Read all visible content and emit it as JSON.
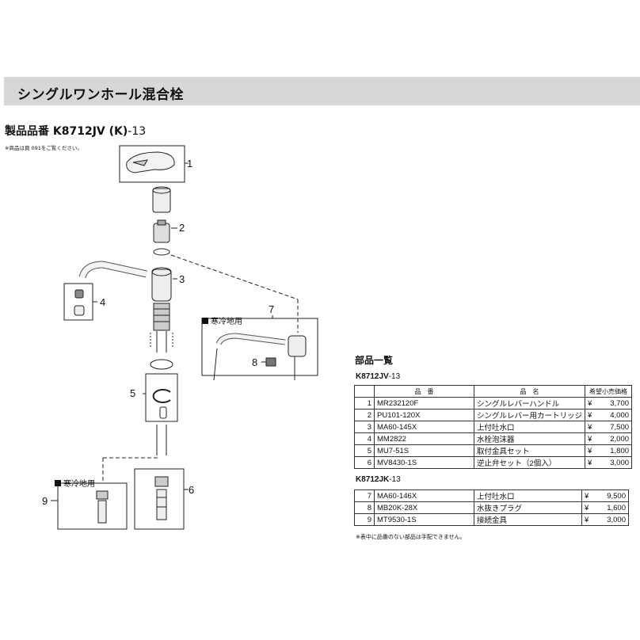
{
  "header": {
    "title": "シングルワンホール混合栓"
  },
  "product": {
    "label": "製品品番",
    "code": "K8712JV (K)",
    "suffix": "-13",
    "note": "※商品は頁 091をご覧ください。"
  },
  "diagram": {
    "part_numbers": [
      "1",
      "2",
      "3",
      "4",
      "5",
      "6",
      "7",
      "8",
      "9"
    ],
    "cold_region_label": "寒冷地用"
  },
  "parts_list": {
    "title": "部品一覧",
    "columns": {
      "code": "品　番",
      "name": "品　名",
      "price": "希望小売価格"
    },
    "currency": "¥",
    "sections": [
      {
        "label": "K8712JV",
        "suffix": "-13",
        "rows": [
          {
            "no": "1",
            "code": "MR232120F",
            "name": "シングルレバーハンドル",
            "price": "3,700"
          },
          {
            "no": "2",
            "code": "PU101-120X",
            "name": "シングルレバー用カートリッジ",
            "price": "4,000"
          },
          {
            "no": "3",
            "code": "MA60-145X",
            "name": "上付吐水口",
            "price": "7,500"
          },
          {
            "no": "4",
            "code": "MM2822",
            "name": "水栓泡沫器",
            "price": "2,000"
          },
          {
            "no": "5",
            "code": "MU7-51S",
            "name": "取付金具セット",
            "price": "1,800"
          },
          {
            "no": "6",
            "code": "MV8430-1S",
            "name": "逆止弁セット（2個入）",
            "price": "3,000"
          }
        ]
      },
      {
        "label": "K8712JK",
        "suffix": "-13",
        "rows": [
          {
            "no": "7",
            "code": "MA60-146X",
            "name": "上付吐水口",
            "price": "9,500"
          },
          {
            "no": "8",
            "code": "MB20K-28X",
            "name": "水抜きプラグ",
            "price": "1,600"
          },
          {
            "no": "9",
            "code": "MT9530-1S",
            "name": "接続金具",
            "price": "3,000"
          }
        ]
      }
    ],
    "note": "※表中に品番のない部品は手配できません。"
  }
}
